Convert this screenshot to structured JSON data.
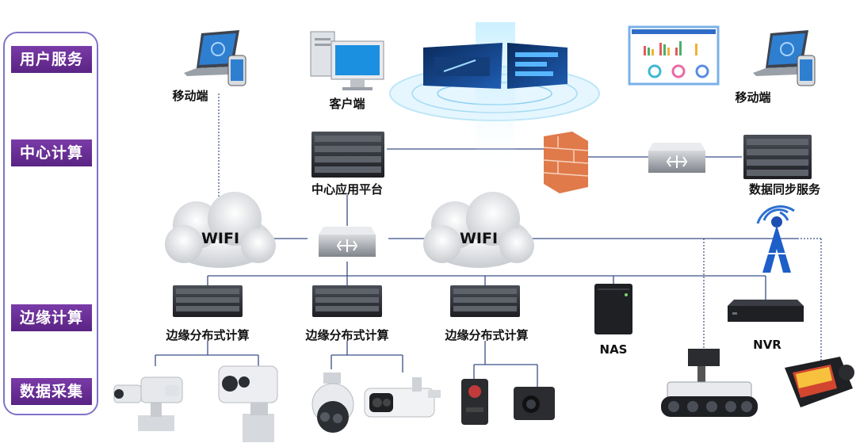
{
  "layers": {
    "user_service": "用户服务",
    "center_compute": "中心计算",
    "edge_compute": "边缘计算",
    "data_collect": "数据采集"
  },
  "devices": {
    "mobile_left": "移动端",
    "client": "客户端",
    "mobile_right": "移动端",
    "center_platform": "中心应用平台",
    "data_sync": "数据同步服务",
    "wifi_left": "WIFI",
    "wifi_right": "WIFI",
    "edge_1": "边缘分布式计算",
    "edge_2": "边缘分布式计算",
    "edge_3": "边缘分布式计算",
    "nas": "NAS",
    "nvr": "NVR"
  },
  "colors": {
    "layer_tag": "#6a2d96",
    "frame": "#7e74c8",
    "link": "#3a4f86",
    "server": "#2a2d33",
    "firewall": "#e07a4a"
  }
}
